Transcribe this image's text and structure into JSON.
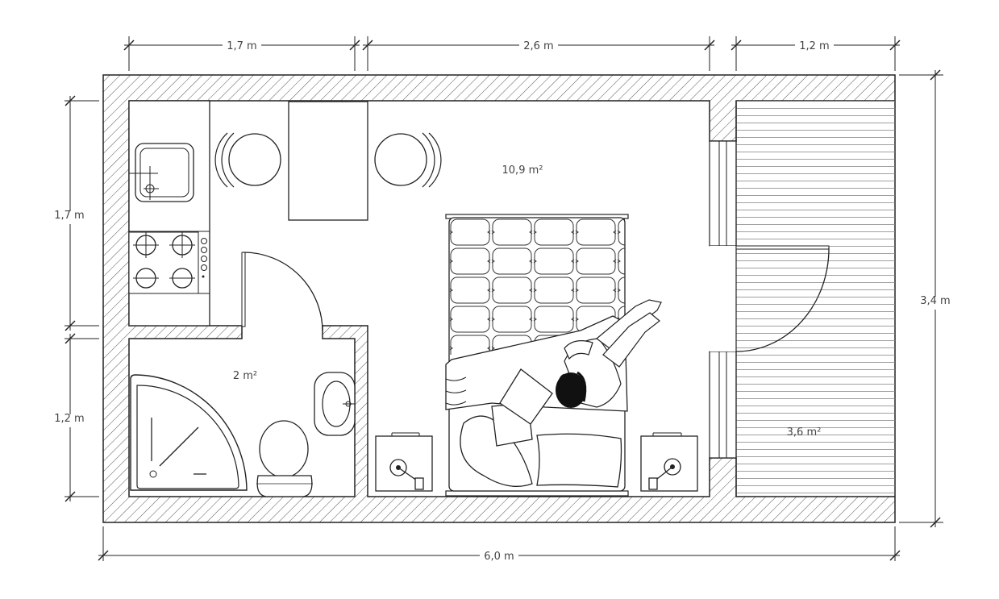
{
  "dimensions": {
    "top_kitchen": "1,7 m",
    "top_room": "2,6 m",
    "top_balcony": "1,2 m",
    "left_kitchen": "1,7 m",
    "left_bath": "1,2 m",
    "right_total": "3,4 m",
    "bottom_total": "6,0 m"
  },
  "areas": {
    "room": "10,9 m²",
    "bathroom": "2 m²",
    "balcony": "3,6 m²"
  },
  "colors": {
    "line": "#222222",
    "text": "#444444",
    "hatch": "#555555"
  }
}
